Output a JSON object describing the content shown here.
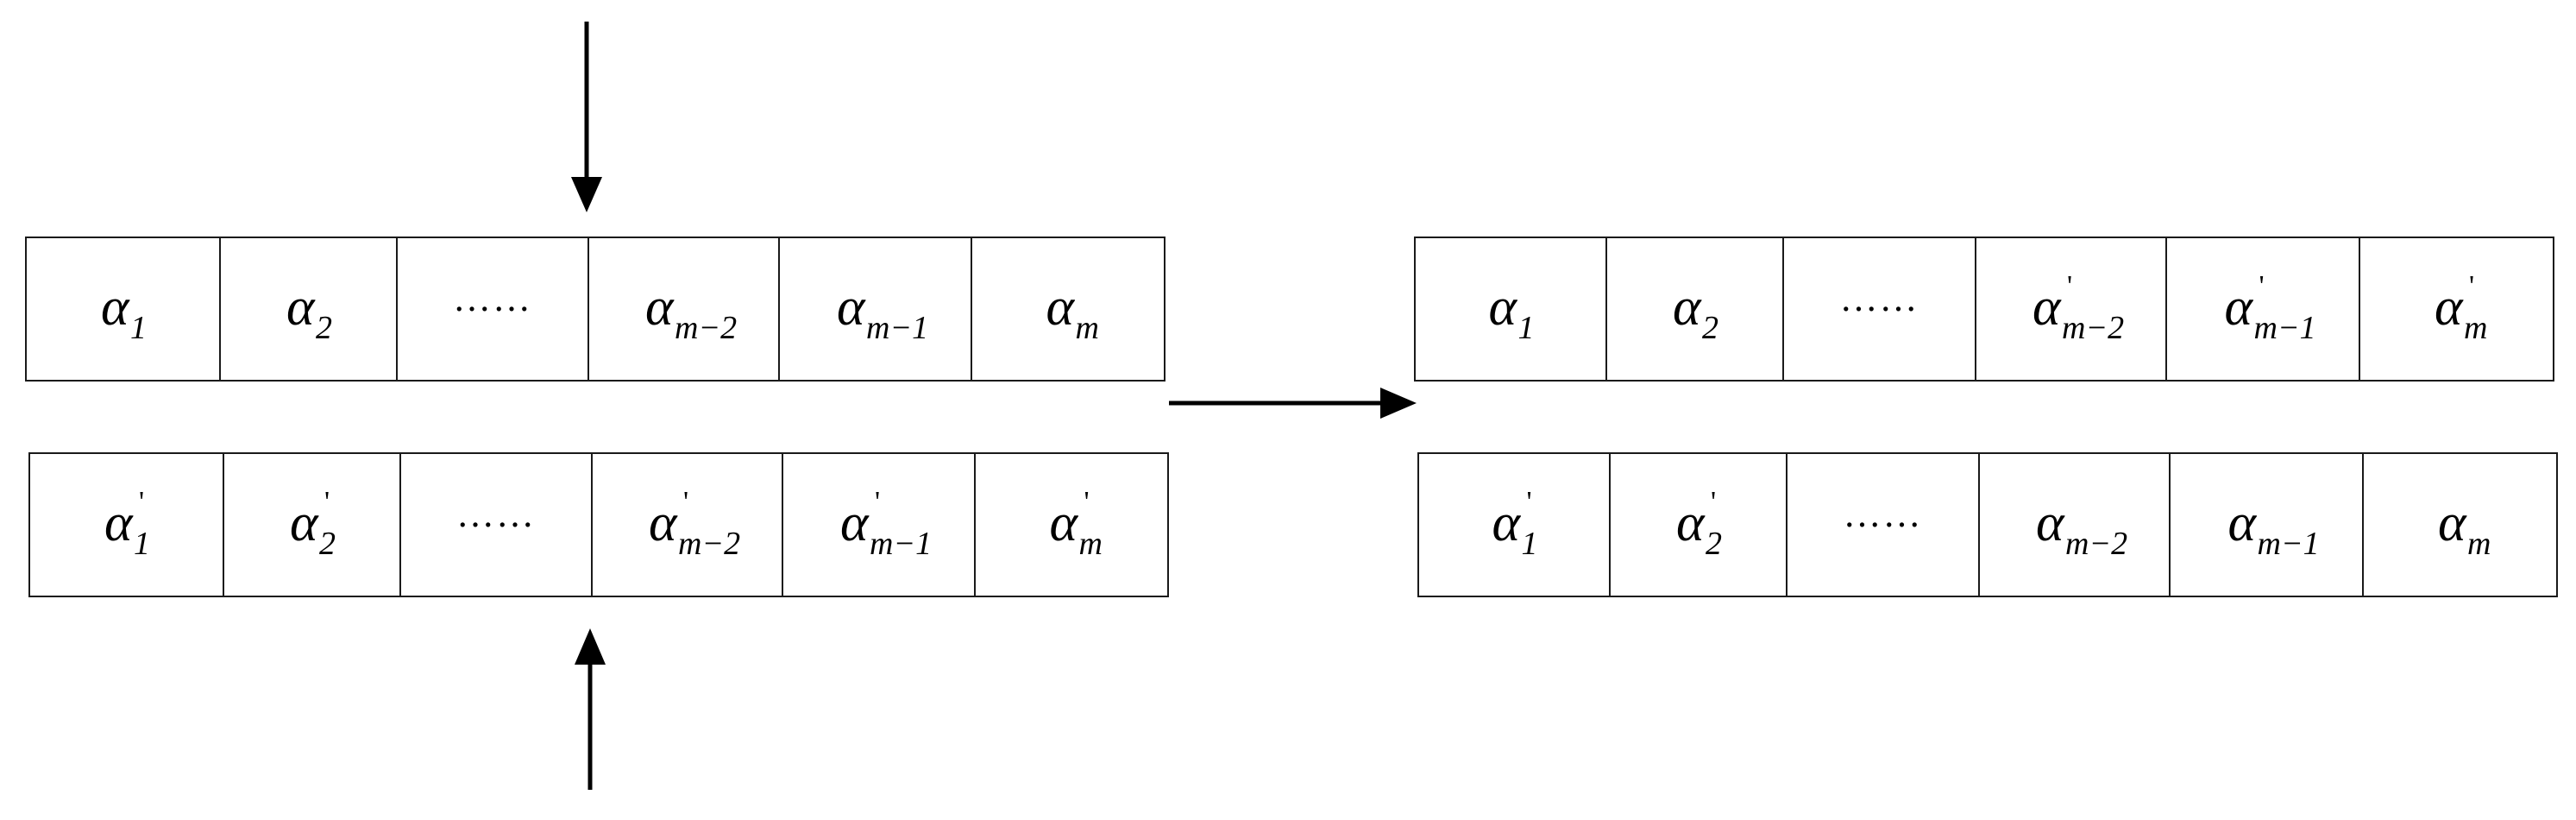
{
  "symbols": {
    "alpha": "α",
    "prime": "'",
    "ellipsis": "……"
  },
  "rows": {
    "left_top": [
      {
        "sub": "1",
        "prime": false
      },
      {
        "sub": "2",
        "prime": false
      },
      {
        "ellipsis": true
      },
      {
        "sub": "m−2",
        "prime": false
      },
      {
        "sub": "m−1",
        "prime": false
      },
      {
        "sub": "m",
        "prime": false
      }
    ],
    "left_bottom": [
      {
        "sub": "1",
        "prime": true
      },
      {
        "sub": "2",
        "prime": true
      },
      {
        "ellipsis": true
      },
      {
        "sub": "m−2",
        "prime": true
      },
      {
        "sub": "m−1",
        "prime": true
      },
      {
        "sub": "m",
        "prime": true
      }
    ],
    "right_top": [
      {
        "sub": "1",
        "prime": false
      },
      {
        "sub": "2",
        "prime": false
      },
      {
        "ellipsis": true
      },
      {
        "sub": "m−2",
        "prime": true
      },
      {
        "sub": "m−1",
        "prime": true
      },
      {
        "sub": "m",
        "prime": true
      }
    ],
    "right_bottom": [
      {
        "sub": "1",
        "prime": true
      },
      {
        "sub": "2",
        "prime": true
      },
      {
        "ellipsis": true
      },
      {
        "sub": "m−2",
        "prime": false
      },
      {
        "sub": "m−1",
        "prime": false
      },
      {
        "sub": "m",
        "prime": false
      }
    ]
  },
  "arrows": [
    {
      "id": "crossover-point-top-arrow",
      "direction": "down"
    },
    {
      "id": "crossover-point-bottom-arrow",
      "direction": "up"
    },
    {
      "id": "transform-arrow",
      "direction": "right"
    }
  ]
}
